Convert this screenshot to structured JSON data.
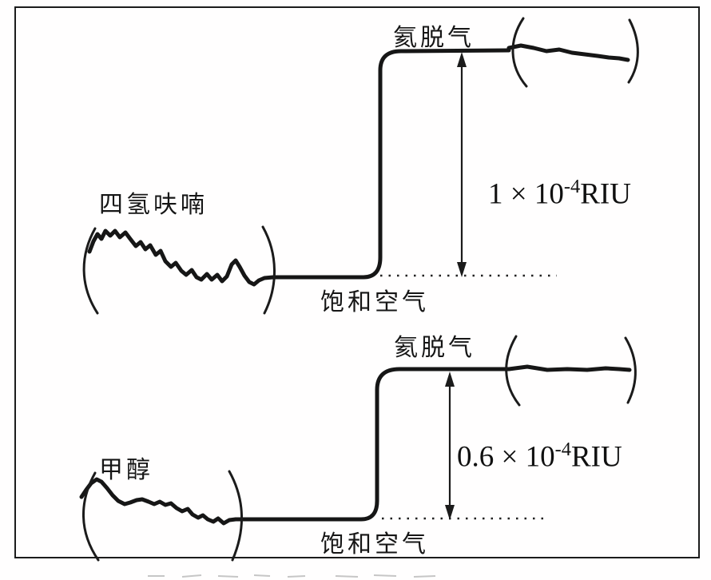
{
  "colors": {
    "ink": "#161616",
    "background": "#ffffff"
  },
  "panels": [
    {
      "id": "top",
      "solvent_label": "四氢呋喃",
      "degas_label": "氦脱气",
      "baseline_label": "饱和空气",
      "step_height": {
        "prefix": "1 × 10",
        "exponent": "-4",
        "unit": "RIU"
      }
    },
    {
      "id": "bottom",
      "solvent_label": "甲醇",
      "degas_label": "氦脱气",
      "baseline_label": "饱和空气",
      "step_height": {
        "prefix": "0.6 × 10",
        "exponent": "-4",
        "unit": "RIU"
      }
    }
  ]
}
